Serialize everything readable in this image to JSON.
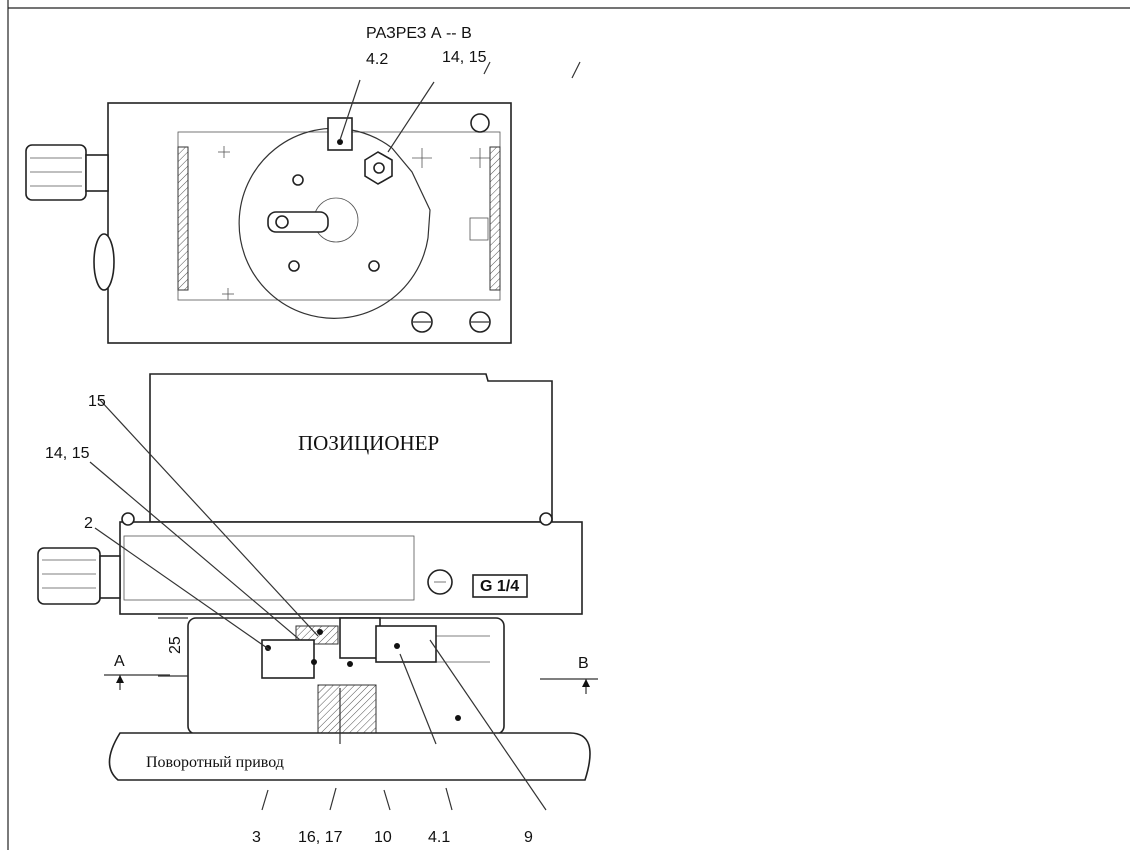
{
  "section_title": "РАЗРЕЗ А -- В",
  "device_label": "ПОЗИЦИОНЕР",
  "actuator_label": "Поворотный привод",
  "thread_label": "G 1/4",
  "dimension": "25",
  "section_marks": {
    "left": "A",
    "right": "B"
  },
  "callouts": {
    "top_4_2": "4.2",
    "top_14_15": "14, 15",
    "left_15": "15",
    "left_14_15": "14, 15",
    "left_2": "2",
    "bottom_3": "3",
    "bottom_16_17": "16, 17",
    "bottom_10": "10",
    "bottom_4_1": "4.1",
    "bottom_9": "9"
  }
}
